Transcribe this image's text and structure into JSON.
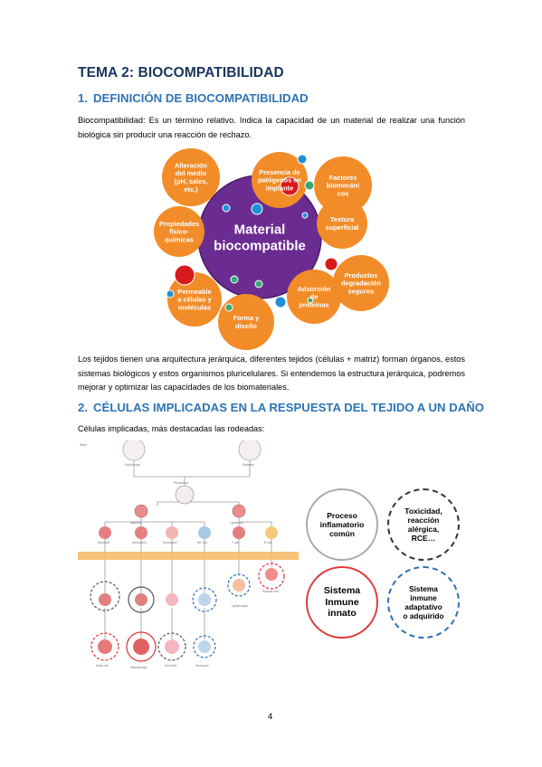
{
  "heading": {
    "title": "TEMA 2: BIOCOMPATIBILIDAD",
    "section1": {
      "num": "1.",
      "label": "DEFINICIÓN DE BIOCOMPATIBILIDAD"
    },
    "section2": {
      "num": "2.",
      "label": "CÉLULAS IMPLICADAS EN LA RESPUESTA DEL TEJIDO A UN DAÑO"
    }
  },
  "text": {
    "definition": "Biocompatibilidad: Es un término relativo. Indica la capacidad de un material de realizar una función biológica sin producir una reacción de rechazo.",
    "tissues": "Los tejidos tienen una arquitectura jerárquica, diferentes tejidos (células + matriz) forman órganos, estos sistemas biológicos y estos organismos pluricelulares. Si entendemos la estructura jerárquica, podremos mejorar y optimizar las capacidades de los biomateriales.",
    "cells_intro": "Células implicadas, más destacadas las rodeadas:"
  },
  "mindmap": {
    "center": [
      "Material",
      "biocompatible"
    ],
    "bubbles": [
      [
        "Alteración",
        "del medio",
        "(pH, sales,",
        "etc.)"
      ],
      [
        "Presencia de",
        "patógenos en",
        "implante"
      ],
      [
        "Factores",
        "biomecáni",
        "cos"
      ],
      [
        "Textura",
        "superficial"
      ],
      [
        "Productos",
        "degradación",
        "seguros"
      ],
      [
        "Adsorción",
        "de",
        "proteínas"
      ],
      [
        "Forma y",
        "diseño"
      ],
      [
        "Permeable",
        "a células y",
        "moléculas"
      ],
      [
        "Propiedades",
        "físico-",
        "químicas"
      ]
    ],
    "colors": {
      "center": "#6b2c91",
      "bubble": "#f28c28",
      "red": "#d7191c",
      "blue": "#1e90d6",
      "green": "#3aa876"
    }
  },
  "cells": {
    "top": [
      "Stem",
      "Erythrocyte",
      "Platelets",
      "Pluripotent",
      "Myeloid",
      "Lymphoid"
    ],
    "row2": [
      "Basophil",
      "Neutrophil",
      "Eosinophil",
      "NK cell",
      "T cell",
      "B cell"
    ],
    "row3": [
      "Mast cell",
      "Macrophage",
      "Dendritic",
      "Monocyte",
      "Lymphocyte",
      "Plasma cell"
    ]
  },
  "legend": {
    "proceso": [
      "Proceso",
      "inflamatorio",
      "común"
    ],
    "toxicidad": [
      "Toxicidad,",
      "reacción",
      "alérgica,",
      "RCE…"
    ],
    "innato": [
      "Sistema",
      "Inmune",
      "innato"
    ],
    "adaptativo": [
      "Sistema",
      "inmune",
      "adaptativo",
      "o adquirido"
    ]
  },
  "page_number": "4"
}
